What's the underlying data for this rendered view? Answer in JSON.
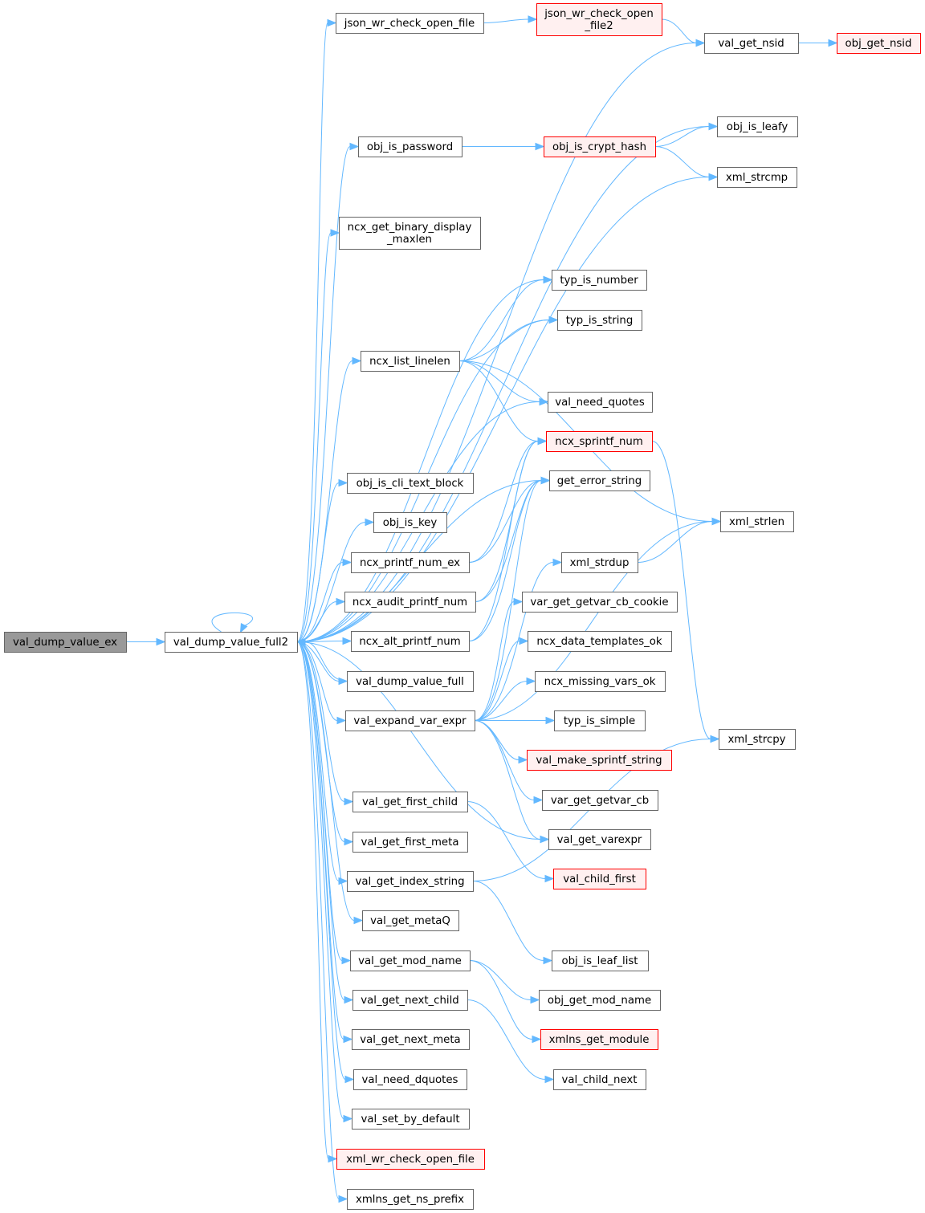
{
  "colors": {
    "edge": "#63b8ff",
    "node_border": "#666666",
    "root_fill": "#999999",
    "external_fill": "#fff0f0",
    "external_border": "#ff0000"
  },
  "nodes": [
    {
      "id": "val_dump_value_ex",
      "lines": [
        "val_dump_value_ex"
      ],
      "kind": "root"
    },
    {
      "id": "val_dump_value_full2",
      "lines": [
        "val_dump_value_full2"
      ],
      "kind": "normal"
    },
    {
      "id": "json_wr_check_open_file",
      "lines": [
        "json_wr_check_open_file"
      ],
      "kind": "normal"
    },
    {
      "id": "json_wr_check_open_file2",
      "lines": [
        "json_wr_check_open",
        "_file2"
      ],
      "kind": "external"
    },
    {
      "id": "val_get_nsid",
      "lines": [
        "val_get_nsid"
      ],
      "kind": "normal"
    },
    {
      "id": "obj_get_nsid",
      "lines": [
        "obj_get_nsid"
      ],
      "kind": "external"
    },
    {
      "id": "obj_is_leafy",
      "lines": [
        "obj_is_leafy"
      ],
      "kind": "normal"
    },
    {
      "id": "obj_is_password",
      "lines": [
        "obj_is_password"
      ],
      "kind": "normal"
    },
    {
      "id": "obj_is_crypt_hash",
      "lines": [
        "obj_is_crypt_hash"
      ],
      "kind": "external"
    },
    {
      "id": "xml_strcmp",
      "lines": [
        "xml_strcmp"
      ],
      "kind": "normal"
    },
    {
      "id": "ncx_get_binary_display_maxlen",
      "lines": [
        "ncx_get_binary_display",
        "_maxlen"
      ],
      "kind": "normal"
    },
    {
      "id": "typ_is_number",
      "lines": [
        "typ_is_number"
      ],
      "kind": "normal"
    },
    {
      "id": "typ_is_string",
      "lines": [
        "typ_is_string"
      ],
      "kind": "normal"
    },
    {
      "id": "ncx_list_linelen",
      "lines": [
        "ncx_list_linelen"
      ],
      "kind": "normal"
    },
    {
      "id": "val_need_quotes",
      "lines": [
        "val_need_quotes"
      ],
      "kind": "normal"
    },
    {
      "id": "ncx_sprintf_num",
      "lines": [
        "ncx_sprintf_num"
      ],
      "kind": "external"
    },
    {
      "id": "get_error_string",
      "lines": [
        "get_error_string"
      ],
      "kind": "normal"
    },
    {
      "id": "obj_is_cli_text_block",
      "lines": [
        "obj_is_cli_text_block"
      ],
      "kind": "normal"
    },
    {
      "id": "xml_strlen",
      "lines": [
        "xml_strlen"
      ],
      "kind": "normal"
    },
    {
      "id": "obj_is_key",
      "lines": [
        "obj_is_key"
      ],
      "kind": "normal"
    },
    {
      "id": "ncx_printf_num_ex",
      "lines": [
        "ncx_printf_num_ex"
      ],
      "kind": "normal"
    },
    {
      "id": "xml_strdup",
      "lines": [
        "xml_strdup"
      ],
      "kind": "normal"
    },
    {
      "id": "ncx_audit_printf_num",
      "lines": [
        "ncx_audit_printf_num"
      ],
      "kind": "normal"
    },
    {
      "id": "var_get_getvar_cb_cookie",
      "lines": [
        "var_get_getvar_cb_cookie"
      ],
      "kind": "normal"
    },
    {
      "id": "ncx_alt_printf_num",
      "lines": [
        "ncx_alt_printf_num"
      ],
      "kind": "normal"
    },
    {
      "id": "ncx_data_templates_ok",
      "lines": [
        "ncx_data_templates_ok"
      ],
      "kind": "normal"
    },
    {
      "id": "val_dump_value_full",
      "lines": [
        "val_dump_value_full"
      ],
      "kind": "normal"
    },
    {
      "id": "ncx_missing_vars_ok",
      "lines": [
        "ncx_missing_vars_ok"
      ],
      "kind": "normal"
    },
    {
      "id": "val_expand_var_expr",
      "lines": [
        "val_expand_var_expr"
      ],
      "kind": "normal"
    },
    {
      "id": "typ_is_simple",
      "lines": [
        "typ_is_simple"
      ],
      "kind": "normal"
    },
    {
      "id": "xml_strcpy",
      "lines": [
        "xml_strcpy"
      ],
      "kind": "normal"
    },
    {
      "id": "val_make_sprintf_string",
      "lines": [
        "val_make_sprintf_string"
      ],
      "kind": "external"
    },
    {
      "id": "val_get_first_child",
      "lines": [
        "val_get_first_child"
      ],
      "kind": "normal"
    },
    {
      "id": "var_get_getvar_cb",
      "lines": [
        "var_get_getvar_cb"
      ],
      "kind": "normal"
    },
    {
      "id": "val_get_first_meta",
      "lines": [
        "val_get_first_meta"
      ],
      "kind": "normal"
    },
    {
      "id": "val_get_varexpr",
      "lines": [
        "val_get_varexpr"
      ],
      "kind": "normal"
    },
    {
      "id": "val_child_first",
      "lines": [
        "val_child_first"
      ],
      "kind": "external"
    },
    {
      "id": "val_get_index_string",
      "lines": [
        "val_get_index_string"
      ],
      "kind": "normal"
    },
    {
      "id": "val_get_metaQ",
      "lines": [
        "val_get_metaQ"
      ],
      "kind": "normal"
    },
    {
      "id": "obj_is_leaf_list",
      "lines": [
        "obj_is_leaf_list"
      ],
      "kind": "normal"
    },
    {
      "id": "val_get_mod_name",
      "lines": [
        "val_get_mod_name"
      ],
      "kind": "normal"
    },
    {
      "id": "obj_get_mod_name",
      "lines": [
        "obj_get_mod_name"
      ],
      "kind": "normal"
    },
    {
      "id": "val_get_next_child",
      "lines": [
        "val_get_next_child"
      ],
      "kind": "normal"
    },
    {
      "id": "xmlns_get_module",
      "lines": [
        "xmlns_get_module"
      ],
      "kind": "external"
    },
    {
      "id": "val_get_next_meta",
      "lines": [
        "val_get_next_meta"
      ],
      "kind": "normal"
    },
    {
      "id": "val_child_next",
      "lines": [
        "val_child_next"
      ],
      "kind": "normal"
    },
    {
      "id": "val_need_dquotes",
      "lines": [
        "val_need_dquotes"
      ],
      "kind": "normal"
    },
    {
      "id": "val_set_by_default",
      "lines": [
        "val_set_by_default"
      ],
      "kind": "normal"
    },
    {
      "id": "xml_wr_check_open_file",
      "lines": [
        "xml_wr_check_open_file"
      ],
      "kind": "external"
    },
    {
      "id": "xmlns_get_ns_prefix",
      "lines": [
        "xmlns_get_ns_prefix"
      ],
      "kind": "normal"
    }
  ],
  "edges": [
    [
      "val_dump_value_ex",
      "val_dump_value_full2"
    ],
    [
      "val_dump_value_full2",
      "val_dump_value_full2"
    ],
    [
      "val_dump_value_full2",
      "json_wr_check_open_file"
    ],
    [
      "val_dump_value_full2",
      "val_get_nsid"
    ],
    [
      "val_dump_value_full2",
      "obj_is_leafy"
    ],
    [
      "val_dump_value_full2",
      "obj_is_password"
    ],
    [
      "val_dump_value_full2",
      "xml_strcmp"
    ],
    [
      "val_dump_value_full2",
      "ncx_get_binary_display_maxlen"
    ],
    [
      "val_dump_value_full2",
      "typ_is_number"
    ],
    [
      "val_dump_value_full2",
      "typ_is_string"
    ],
    [
      "val_dump_value_full2",
      "ncx_list_linelen"
    ],
    [
      "val_dump_value_full2",
      "val_need_quotes"
    ],
    [
      "val_dump_value_full2",
      "get_error_string"
    ],
    [
      "val_dump_value_full2",
      "obj_is_cli_text_block"
    ],
    [
      "val_dump_value_full2",
      "obj_is_key"
    ],
    [
      "val_dump_value_full2",
      "ncx_printf_num_ex"
    ],
    [
      "val_dump_value_full2",
      "ncx_audit_printf_num"
    ],
    [
      "val_dump_value_full2",
      "ncx_alt_printf_num"
    ],
    [
      "val_dump_value_full2",
      "val_dump_value_full"
    ],
    [
      "val_dump_value_full2",
      "val_expand_var_expr"
    ],
    [
      "val_dump_value_full2",
      "val_get_varexpr"
    ],
    [
      "val_dump_value_full2",
      "val_get_first_child"
    ],
    [
      "val_dump_value_full2",
      "val_get_first_meta"
    ],
    [
      "val_dump_value_full2",
      "val_get_index_string"
    ],
    [
      "val_dump_value_full2",
      "val_get_metaQ"
    ],
    [
      "val_dump_value_full2",
      "val_get_mod_name"
    ],
    [
      "val_dump_value_full2",
      "val_get_next_child"
    ],
    [
      "val_dump_value_full2",
      "val_get_next_meta"
    ],
    [
      "val_dump_value_full2",
      "val_need_dquotes"
    ],
    [
      "val_dump_value_full2",
      "val_set_by_default"
    ],
    [
      "val_dump_value_full2",
      "xml_wr_check_open_file"
    ],
    [
      "val_dump_value_full2",
      "xmlns_get_ns_prefix"
    ],
    [
      "json_wr_check_open_file",
      "json_wr_check_open_file2"
    ],
    [
      "json_wr_check_open_file2",
      "val_get_nsid"
    ],
    [
      "val_get_nsid",
      "obj_get_nsid"
    ],
    [
      "obj_is_password",
      "obj_is_crypt_hash"
    ],
    [
      "obj_is_crypt_hash",
      "obj_is_leafy"
    ],
    [
      "obj_is_crypt_hash",
      "xml_strcmp"
    ],
    [
      "ncx_list_linelen",
      "typ_is_number"
    ],
    [
      "ncx_list_linelen",
      "typ_is_string"
    ],
    [
      "ncx_list_linelen",
      "val_need_quotes"
    ],
    [
      "ncx_list_linelen",
      "ncx_sprintf_num"
    ],
    [
      "ncx_list_linelen",
      "xml_strlen"
    ],
    [
      "ncx_sprintf_num",
      "xml_strcpy"
    ],
    [
      "ncx_printf_num_ex",
      "ncx_sprintf_num"
    ],
    [
      "ncx_printf_num_ex",
      "get_error_string"
    ],
    [
      "ncx_audit_printf_num",
      "ncx_sprintf_num"
    ],
    [
      "ncx_audit_printf_num",
      "get_error_string"
    ],
    [
      "ncx_alt_printf_num",
      "ncx_sprintf_num"
    ],
    [
      "ncx_alt_printf_num",
      "get_error_string"
    ],
    [
      "val_dump_value_full",
      "val_dump_value_full2"
    ],
    [
      "xml_strdup",
      "xml_strlen"
    ],
    [
      "val_expand_var_expr",
      "get_error_string"
    ],
    [
      "val_expand_var_expr",
      "xml_strlen"
    ],
    [
      "val_expand_var_expr",
      "xml_strdup"
    ],
    [
      "val_expand_var_expr",
      "var_get_getvar_cb_cookie"
    ],
    [
      "val_expand_var_expr",
      "ncx_data_templates_ok"
    ],
    [
      "val_expand_var_expr",
      "ncx_missing_vars_ok"
    ],
    [
      "val_expand_var_expr",
      "typ_is_simple"
    ],
    [
      "val_expand_var_expr",
      "val_make_sprintf_string"
    ],
    [
      "val_expand_var_expr",
      "var_get_getvar_cb"
    ],
    [
      "val_expand_var_expr",
      "val_get_varexpr"
    ],
    [
      "val_get_first_child",
      "val_child_first"
    ],
    [
      "val_get_index_string",
      "xml_strcpy"
    ],
    [
      "val_get_index_string",
      "obj_is_leaf_list"
    ],
    [
      "val_get_mod_name",
      "obj_get_mod_name"
    ],
    [
      "val_get_mod_name",
      "xmlns_get_module"
    ],
    [
      "val_get_next_child",
      "val_child_next"
    ]
  ]
}
